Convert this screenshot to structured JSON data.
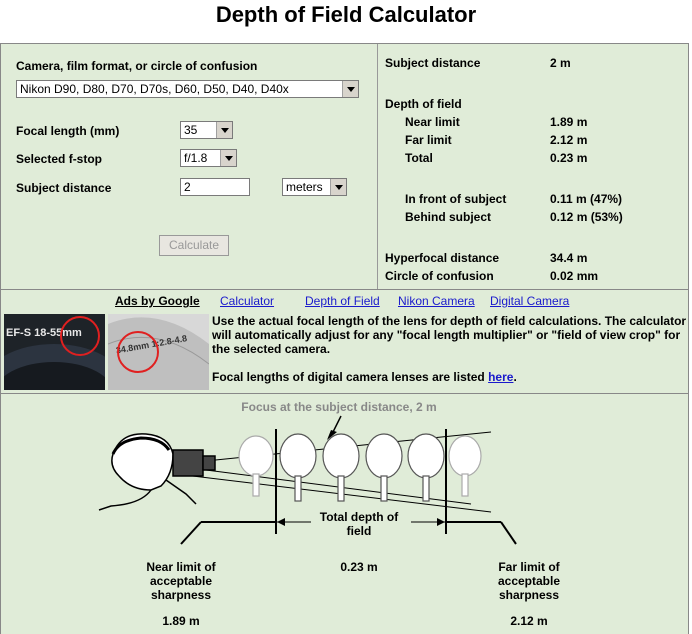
{
  "title": "Depth of Field Calculator",
  "form": {
    "camera_label": "Camera, film format, or circle of confusion",
    "camera_value": "Nikon D90, D80, D70, D70s, D60, D50, D40, D40x",
    "focal_label": "Focal length (mm)",
    "focal_value": "35",
    "fstop_label": "Selected f-stop",
    "fstop_value": "f/1.8",
    "subject_label": "Subject distance",
    "subject_value": "2",
    "unit_value": "meters",
    "calculate_label": "Calculate"
  },
  "results": {
    "subject_distance_label": "Subject distance",
    "subject_distance_value": "2 m",
    "dof_label": "Depth of field",
    "near_label": "Near limit",
    "near_value": "1.89 m",
    "far_label": "Far limit",
    "far_value": "2.12 m",
    "total_label": "Total",
    "total_value": "0.23 m",
    "front_label": "In front of subject",
    "front_value": "0.11 m (47%)",
    "behind_label": "Behind subject",
    "behind_value": "0.12 m (53%)",
    "hyperfocal_label": "Hyperfocal distance",
    "hyperfocal_value": "34.4 m",
    "coc_label": "Circle of confusion",
    "coc_value": "0.02 mm"
  },
  "ads": {
    "ads_label": "Ads by Google",
    "links": [
      "Calculator",
      "Depth of Field",
      "Nikon Camera",
      "Digital Camera"
    ]
  },
  "info": {
    "line1": "Use the actual focal length of the lens for depth of field calculations. The calculator will automatically adjust for any \"focal length multiplier\" or \"field of view crop\" for the selected camera.",
    "line2_prefix": "Focal lengths of digital camera lenses are listed ",
    "line2_link": "here",
    "line2_suffix": ".",
    "lens1_text": "EF-S 18-55mm",
    "lens2_text": "34.8mm  1:2.8-4.8"
  },
  "diagram": {
    "focus_caption": "Focus at the subject distance, 2 m",
    "total_label": "Total depth of field",
    "total_value": "0.23 m",
    "near_label": "Near limit of acceptable sharpness",
    "near_value": "1.89 m",
    "far_label": "Far limit of acceptable sharpness",
    "far_value": "2.12 m"
  }
}
